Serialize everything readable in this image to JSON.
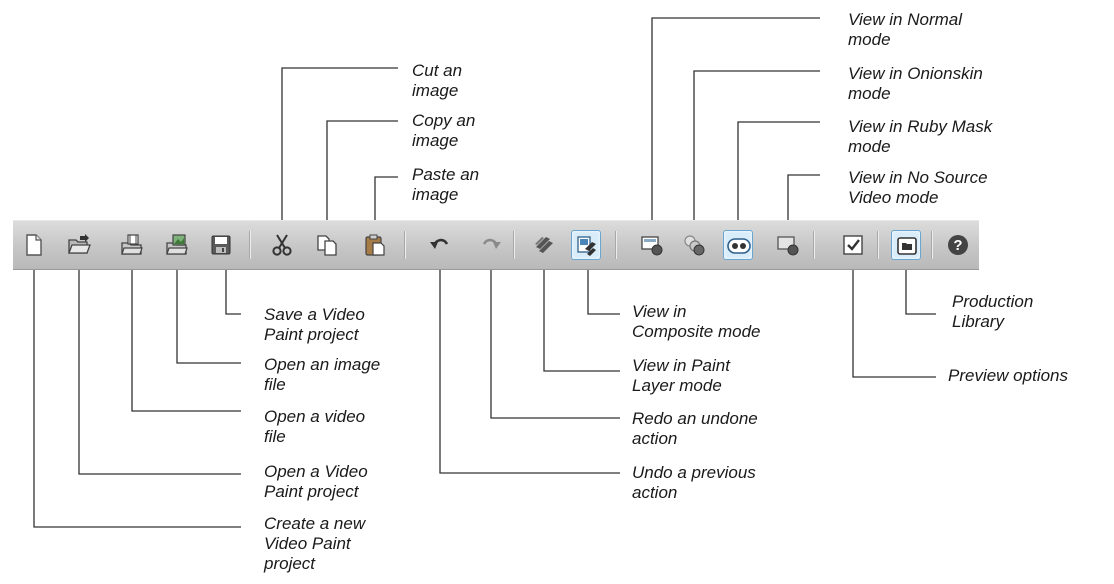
{
  "toolbar": {
    "buttons": [
      {
        "icon": "new-document-icon"
      },
      {
        "icon": "open-project-folder-icon"
      },
      {
        "icon": "open-video-file-icon"
      },
      {
        "icon": "open-image-file-icon"
      },
      {
        "icon": "save-floppy-icon"
      },
      {
        "icon": "scissors-icon"
      },
      {
        "icon": "copy-icon"
      },
      {
        "icon": "paste-clipboard-icon"
      },
      {
        "icon": "undo-arrow-icon"
      },
      {
        "icon": "redo-arrow-icon"
      },
      {
        "icon": "paint-layer-icon"
      },
      {
        "icon": "composite-icon"
      },
      {
        "icon": "normal-view-icon"
      },
      {
        "icon": "onionskin-icon"
      },
      {
        "icon": "ruby-mask-icon"
      },
      {
        "icon": "no-source-video-icon"
      },
      {
        "icon": "preview-checkbox-icon"
      },
      {
        "icon": "production-library-icon"
      },
      {
        "icon": "help-question-icon"
      }
    ]
  },
  "labels": {
    "new_project": {
      "line1": "Create a new",
      "line2": "Video Paint",
      "line3": "project"
    },
    "open_project": {
      "line1": "Open a Video",
      "line2": "Paint project"
    },
    "open_video": {
      "line1": "Open a video",
      "line2": "file"
    },
    "open_image": {
      "line1": "Open an image",
      "line2": "file"
    },
    "save_project": {
      "line1": "Save a Video",
      "line2": "Paint project"
    },
    "cut": {
      "line1": "Cut an",
      "line2": "image"
    },
    "copy": {
      "line1": "Copy an",
      "line2": "image"
    },
    "paste": {
      "line1": "Paste an",
      "line2": "image"
    },
    "undo": {
      "line1": "Undo a previous",
      "line2": "action"
    },
    "redo": {
      "line1": "Redo an undone",
      "line2": "action"
    },
    "paint_layer": {
      "line1": "View in Paint",
      "line2": "Layer mode"
    },
    "composite": {
      "line1": "View in",
      "line2": "Composite mode"
    },
    "normal": {
      "line1": "View in Normal",
      "line2": "mode"
    },
    "onionskin": {
      "line1": "View in Onionskin",
      "line2": "mode"
    },
    "ruby_mask": {
      "line1": "View in Ruby Mask",
      "line2": "mode"
    },
    "no_source": {
      "line1": "View in No Source",
      "line2": "Video mode"
    },
    "preview": {
      "line1": "Preview options"
    },
    "production_library": {
      "line1": "Production",
      "line2": "Library"
    }
  },
  "colors": {
    "leader_line": "#333333",
    "label_text": "#1a1a1a",
    "toolbar_bg": "#c8c8c8",
    "active_bg": "#d8ecfa",
    "active_border": "#6aa6d0"
  }
}
